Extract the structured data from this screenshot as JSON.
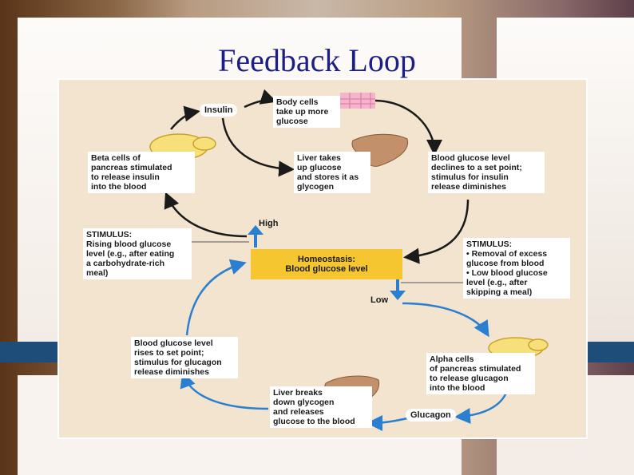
{
  "slide": {
    "title": "Feedback Loop"
  },
  "diagram": {
    "insulin": "Insulin",
    "body_cells": [
      "Body cells",
      "take up more",
      "glucose"
    ],
    "beta_cells": [
      "Beta cells of",
      "pancreas stimulated",
      "to release insulin",
      "into the blood"
    ],
    "liver_takes": [
      "Liver takes",
      "up glucose",
      "and stores it as",
      "glycogen"
    ],
    "glucose_declines": [
      "Blood glucose level",
      "declines to a set point;",
      "stimulus for insulin",
      "release diminishes"
    ],
    "high": "High",
    "stimulus_high": [
      "STIMULUS:",
      "Rising blood glucose",
      "level (e.g., after eating",
      "a carbohydrate-rich",
      "meal)"
    ],
    "homeostasis": [
      "Homeostasis:",
      "Blood glucose level"
    ],
    "stimulus_low": [
      "STIMULUS:",
      "• Removal of excess",
      "glucose from blood",
      "• Low blood glucose",
      "level (e.g., after",
      "skipping a meal)"
    ],
    "low": "Low",
    "glucose_rises": [
      "Blood glucose level",
      "rises to set point;",
      "stimulus for glucagon",
      "release diminishes"
    ],
    "alpha_cells": [
      "Alpha cells",
      "of pancreas stimulated",
      "to release glucagon",
      "into the blood"
    ],
    "liver_breaks": [
      "Liver breaks",
      "down glycogen",
      "and releases",
      "glucose to the blood"
    ],
    "glucagon": "Glucagon"
  },
  "colors": {
    "title": "#1b1e86",
    "figure_bg": "#f2e4cf",
    "homeostasis": "#f6c630",
    "arrow_up": "#2a7fd0",
    "arrow_cycle": "#2a7fd0",
    "band": "#1f4d79"
  },
  "icons": [
    "pancreas-icon",
    "liver-icon",
    "body-cells-icon"
  ]
}
